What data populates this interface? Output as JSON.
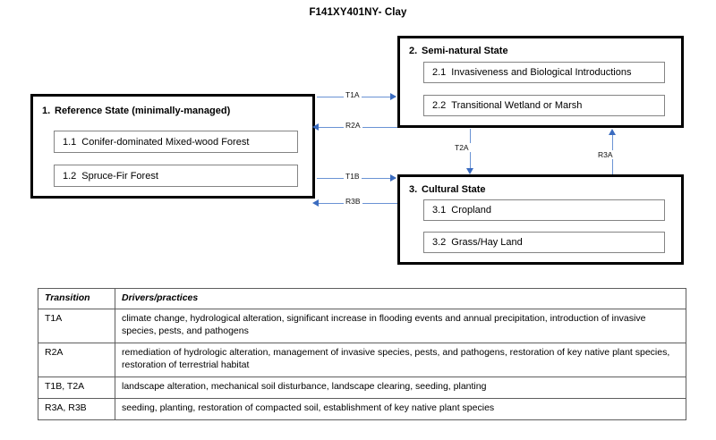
{
  "title": "F141XY401NY- Clay",
  "states": [
    {
      "number": "1.",
      "name": "Reference State (minimally-managed)",
      "phases": [
        {
          "number": "1.1",
          "label": "Conifer-dominated Mixed-wood Forest"
        },
        {
          "number": "1.2",
          "label": "Spruce-Fir Forest"
        }
      ]
    },
    {
      "number": "2.",
      "name": "Semi-natural State",
      "phases": [
        {
          "number": "2.1",
          "label": "Invasiveness and Biological Introductions"
        },
        {
          "number": "2.2",
          "label": "Transitional Wetland or Marsh"
        }
      ]
    },
    {
      "number": "3.",
      "name": "Cultural State",
      "phases": [
        {
          "number": "3.1",
          "label": "Cropland"
        },
        {
          "number": "3.2",
          "label": "Grass/Hay Land"
        }
      ]
    }
  ],
  "arrows": [
    {
      "label": "T1A",
      "from": "1",
      "to": "2",
      "direction": "right"
    },
    {
      "label": "R2A",
      "from": "2",
      "to": "1",
      "direction": "left"
    },
    {
      "label": "T1B",
      "from": "1",
      "to": "3",
      "direction": "right"
    },
    {
      "label": "R3B",
      "from": "3",
      "to": "1",
      "direction": "left"
    },
    {
      "label": "T2A",
      "from": "2",
      "to": "3",
      "direction": "down"
    },
    {
      "label": "R3A",
      "from": "3",
      "to": "2",
      "direction": "up"
    }
  ],
  "table": {
    "headers": [
      "Transition",
      "Drivers/practices"
    ],
    "rows": [
      {
        "transition": "T1A",
        "drivers": "climate change, hydrological alteration, significant increase in flooding events and annual precipitation, introduction of invasive species, pests, and pathogens"
      },
      {
        "transition": "R2A",
        "drivers": "remediation of hydrologic alteration, management of invasive species, pests, and pathogens, restoration of key native plant species, restoration of terrestrial habitat"
      },
      {
        "transition": "T1B, T2A",
        "drivers": "landscape alteration, mechanical soil disturbance, landscape clearing, seeding, planting"
      },
      {
        "transition": "R3A, R3B",
        "drivers": "seeding, planting, restoration of compacted soil, establishment of key native plant species"
      }
    ]
  },
  "colors": {
    "arrow": "#4472C4",
    "state_border": "#000000",
    "phase_border": "#848484",
    "table_border": "#5E5E5E"
  }
}
